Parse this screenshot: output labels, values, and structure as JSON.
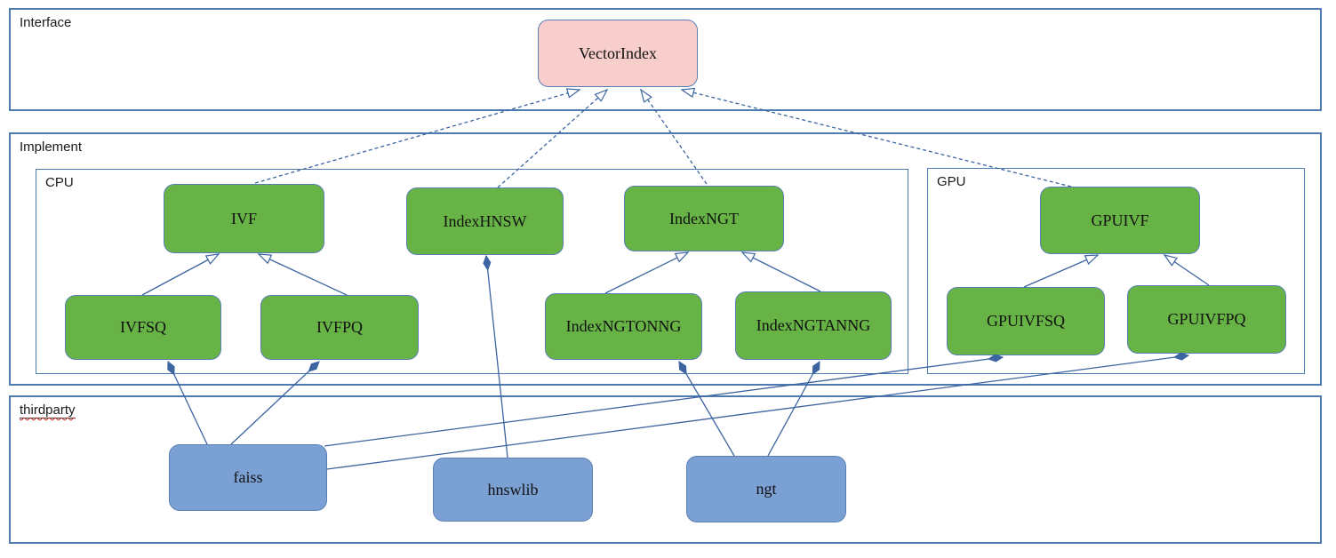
{
  "diagram": {
    "containers": {
      "interface": {
        "label": "Interface"
      },
      "implement": {
        "label": "Implement"
      },
      "cpu": {
        "label": "CPU"
      },
      "gpu": {
        "label": "GPU"
      },
      "thirdparty": {
        "label": "thirdparty"
      }
    },
    "nodes": {
      "vectorindex": {
        "label": "VectorIndex",
        "layer": "interface"
      },
      "ivf": {
        "label": "IVF",
        "layer": "cpu"
      },
      "indexhnsw": {
        "label": "IndexHNSW",
        "layer": "cpu"
      },
      "indexngt": {
        "label": "IndexNGT",
        "layer": "cpu"
      },
      "ivfsq": {
        "label": "IVFSQ",
        "layer": "cpu"
      },
      "ivfpq": {
        "label": "IVFPQ",
        "layer": "cpu"
      },
      "indexngtonng": {
        "label": "IndexNGTONNG",
        "layer": "cpu"
      },
      "indexngtanng": {
        "label": "IndexNGTANNG",
        "layer": "cpu"
      },
      "gpuivf": {
        "label": "GPUIVF",
        "layer": "gpu"
      },
      "gpuivfsq": {
        "label": "GPUIVFSQ",
        "layer": "gpu"
      },
      "gpuivfpq": {
        "label": "GPUIVFPQ",
        "layer": "gpu"
      },
      "faiss": {
        "label": "faiss",
        "layer": "thirdparty"
      },
      "hnswlib": {
        "label": "hnswlib",
        "layer": "thirdparty"
      },
      "ngt": {
        "label": "ngt",
        "layer": "thirdparty"
      }
    },
    "edges": [
      {
        "from": "ivf",
        "to": "vectorindex",
        "type": "realization"
      },
      {
        "from": "indexhnsw",
        "to": "vectorindex",
        "type": "realization"
      },
      {
        "from": "indexngt",
        "to": "vectorindex",
        "type": "realization"
      },
      {
        "from": "gpuivf",
        "to": "vectorindex",
        "type": "realization"
      },
      {
        "from": "ivfsq",
        "to": "ivf",
        "type": "inheritance"
      },
      {
        "from": "ivfpq",
        "to": "ivf",
        "type": "inheritance"
      },
      {
        "from": "indexngtonng",
        "to": "indexngt",
        "type": "inheritance"
      },
      {
        "from": "indexngtanng",
        "to": "indexngt",
        "type": "inheritance"
      },
      {
        "from": "gpuivfsq",
        "to": "gpuivf",
        "type": "inheritance"
      },
      {
        "from": "gpuivfpq",
        "to": "gpuivf",
        "type": "inheritance"
      },
      {
        "from": "faiss",
        "to": "ivfsq",
        "type": "composition"
      },
      {
        "from": "faiss",
        "to": "ivfpq",
        "type": "composition"
      },
      {
        "from": "faiss",
        "to": "gpuivfsq",
        "type": "composition"
      },
      {
        "from": "faiss",
        "to": "gpuivfpq",
        "type": "composition"
      },
      {
        "from": "hnswlib",
        "to": "indexhnsw",
        "type": "composition"
      },
      {
        "from": "ngt",
        "to": "indexngtonng",
        "type": "composition"
      },
      {
        "from": "ngt",
        "to": "indexngtanng",
        "type": "composition"
      }
    ],
    "colors": {
      "interface_node_fill": "#f8cecc",
      "implement_node_fill": "#67b345",
      "thirdparty_node_fill": "#7ba0d4",
      "node_border": "#5a7fb5",
      "container_border": "#4d7ab0",
      "connector": "#3c64a0",
      "spellcheck_underline": "#d02020",
      "background": "#ffffff"
    }
  }
}
